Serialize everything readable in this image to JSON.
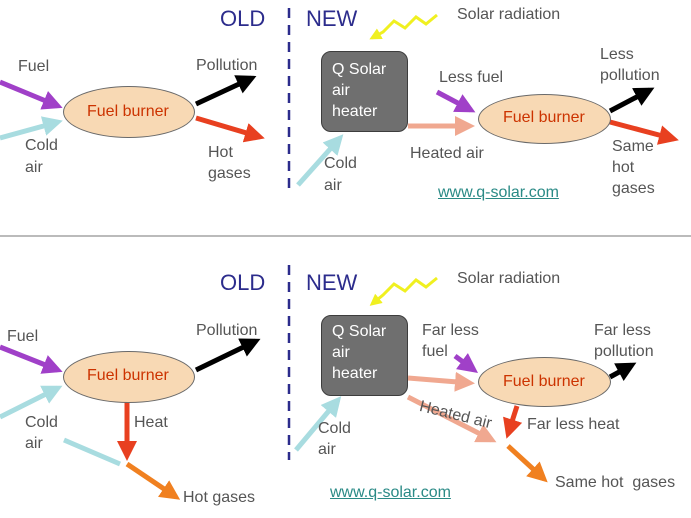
{
  "panel_top": {
    "old_label": "OLD",
    "new_label": "NEW",
    "old": {
      "fuel": "Fuel",
      "burner": "Fuel burner",
      "pollution": "Pollution",
      "cold_air": [
        "Cold",
        "air"
      ],
      "hot_gases": [
        "Hot",
        "gases"
      ]
    },
    "new": {
      "solar_radiation": "Solar radiation",
      "heater": [
        "Q Solar",
        "air",
        "heater"
      ],
      "less_fuel": "Less fuel",
      "burner": "Fuel burner",
      "less_pollution": [
        "Less",
        "pollution"
      ],
      "heated_air": "Heated air",
      "cold_air": [
        "Cold",
        "air"
      ],
      "same_hot_gases": [
        "Same",
        "hot",
        "gases"
      ],
      "website": "www.q-solar.com"
    }
  },
  "panel_bottom": {
    "old_label": "OLD",
    "new_label": "NEW",
    "old": {
      "fuel": "Fuel",
      "burner": "Fuel burner",
      "pollution": "Pollution",
      "cold_air": [
        "Cold",
        "air"
      ],
      "heat": "Heat",
      "hot_gases": "Hot gases"
    },
    "new": {
      "solar_radiation": "Solar radiation",
      "heater": [
        "Q Solar",
        "air",
        "heater"
      ],
      "far_less_fuel": [
        "Far less",
        "fuel"
      ],
      "burner": "Fuel burner",
      "far_less_pollution": [
        "Far less",
        "pollution"
      ],
      "heated_air": "Heated air",
      "far_less_heat": "Far less heat",
      "cold_air": [
        "Cold",
        "air"
      ],
      "same_hot_gases": "Same hot  gases",
      "website": "www.q-solar.com"
    }
  },
  "colors": {
    "fuel_arrow": "#a040c8",
    "cold_air_arrow": "#a8dce0",
    "pollution_arrow": "#000000",
    "hot_gas_arrow": "#e84020",
    "heated_air_arrow": "#f0a890",
    "heat_arrow": "#e84020",
    "hot_gases_arrow": "#f08020",
    "solar_squiggle": "#f0f020",
    "heater_box": "#6f6f6f",
    "burner_fill": "#f8d9b4",
    "divider": "#2c2c8c",
    "header_text": "#2c2c8c",
    "link_text": "#2a8a86",
    "burner_text": "#cc3300"
  }
}
